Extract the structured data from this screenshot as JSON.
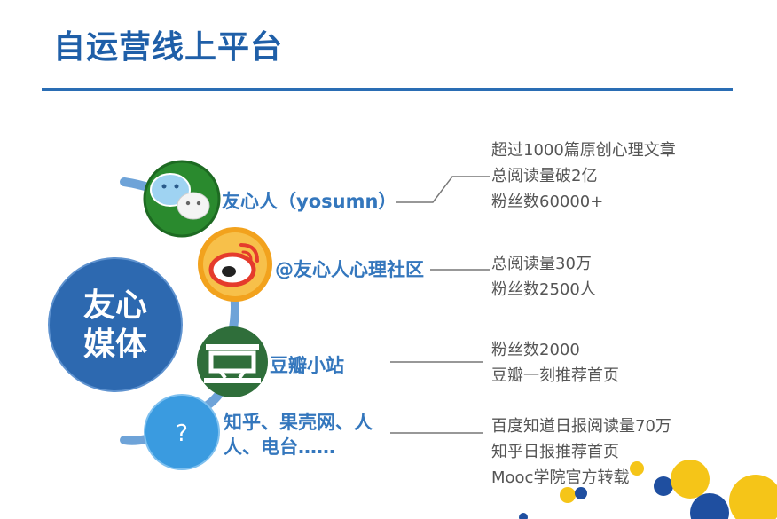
{
  "title": "自运营线上平台",
  "hub": {
    "label": "友心媒体"
  },
  "nodes": [
    {
      "id": "wechat",
      "icon": "wechat-icon",
      "label": "友心人（yosumn）",
      "details": [
        "超过1000篇原创心理文章",
        "总阅读量破2亿",
        "粉丝数60000+"
      ]
    },
    {
      "id": "weibo",
      "icon": "weibo-icon",
      "label": "@友心人心理社区",
      "details": [
        "总阅读量30万",
        "粉丝数2500人"
      ]
    },
    {
      "id": "douban",
      "icon": "douban-icon",
      "label": "豆瓣小站",
      "details": [
        "粉丝数2000",
        "豆瓣一刻推荐首页"
      ]
    },
    {
      "id": "others",
      "icon": "question-icon",
      "icon_glyph": "?",
      "label": "知乎、果壳网、人人、电台……",
      "details": [
        "百度知道日报阅读量70万",
        "知乎日报推荐首页",
        "Mooc学院官方转载"
      ]
    }
  ],
  "colors": {
    "title": "#1f5fa8",
    "rule": "#2a6db4",
    "hub": "#2d69b0",
    "arc": "#6ea3d8",
    "label": "#3477bd",
    "detail": "#555555",
    "wechat": "#2a8a2e",
    "weibo": "#f2a21d",
    "douban": "#2f6e3a",
    "question": "#3a9be0",
    "dot_yellow": "#f5c518",
    "dot_blue": "#1f4fa0"
  }
}
